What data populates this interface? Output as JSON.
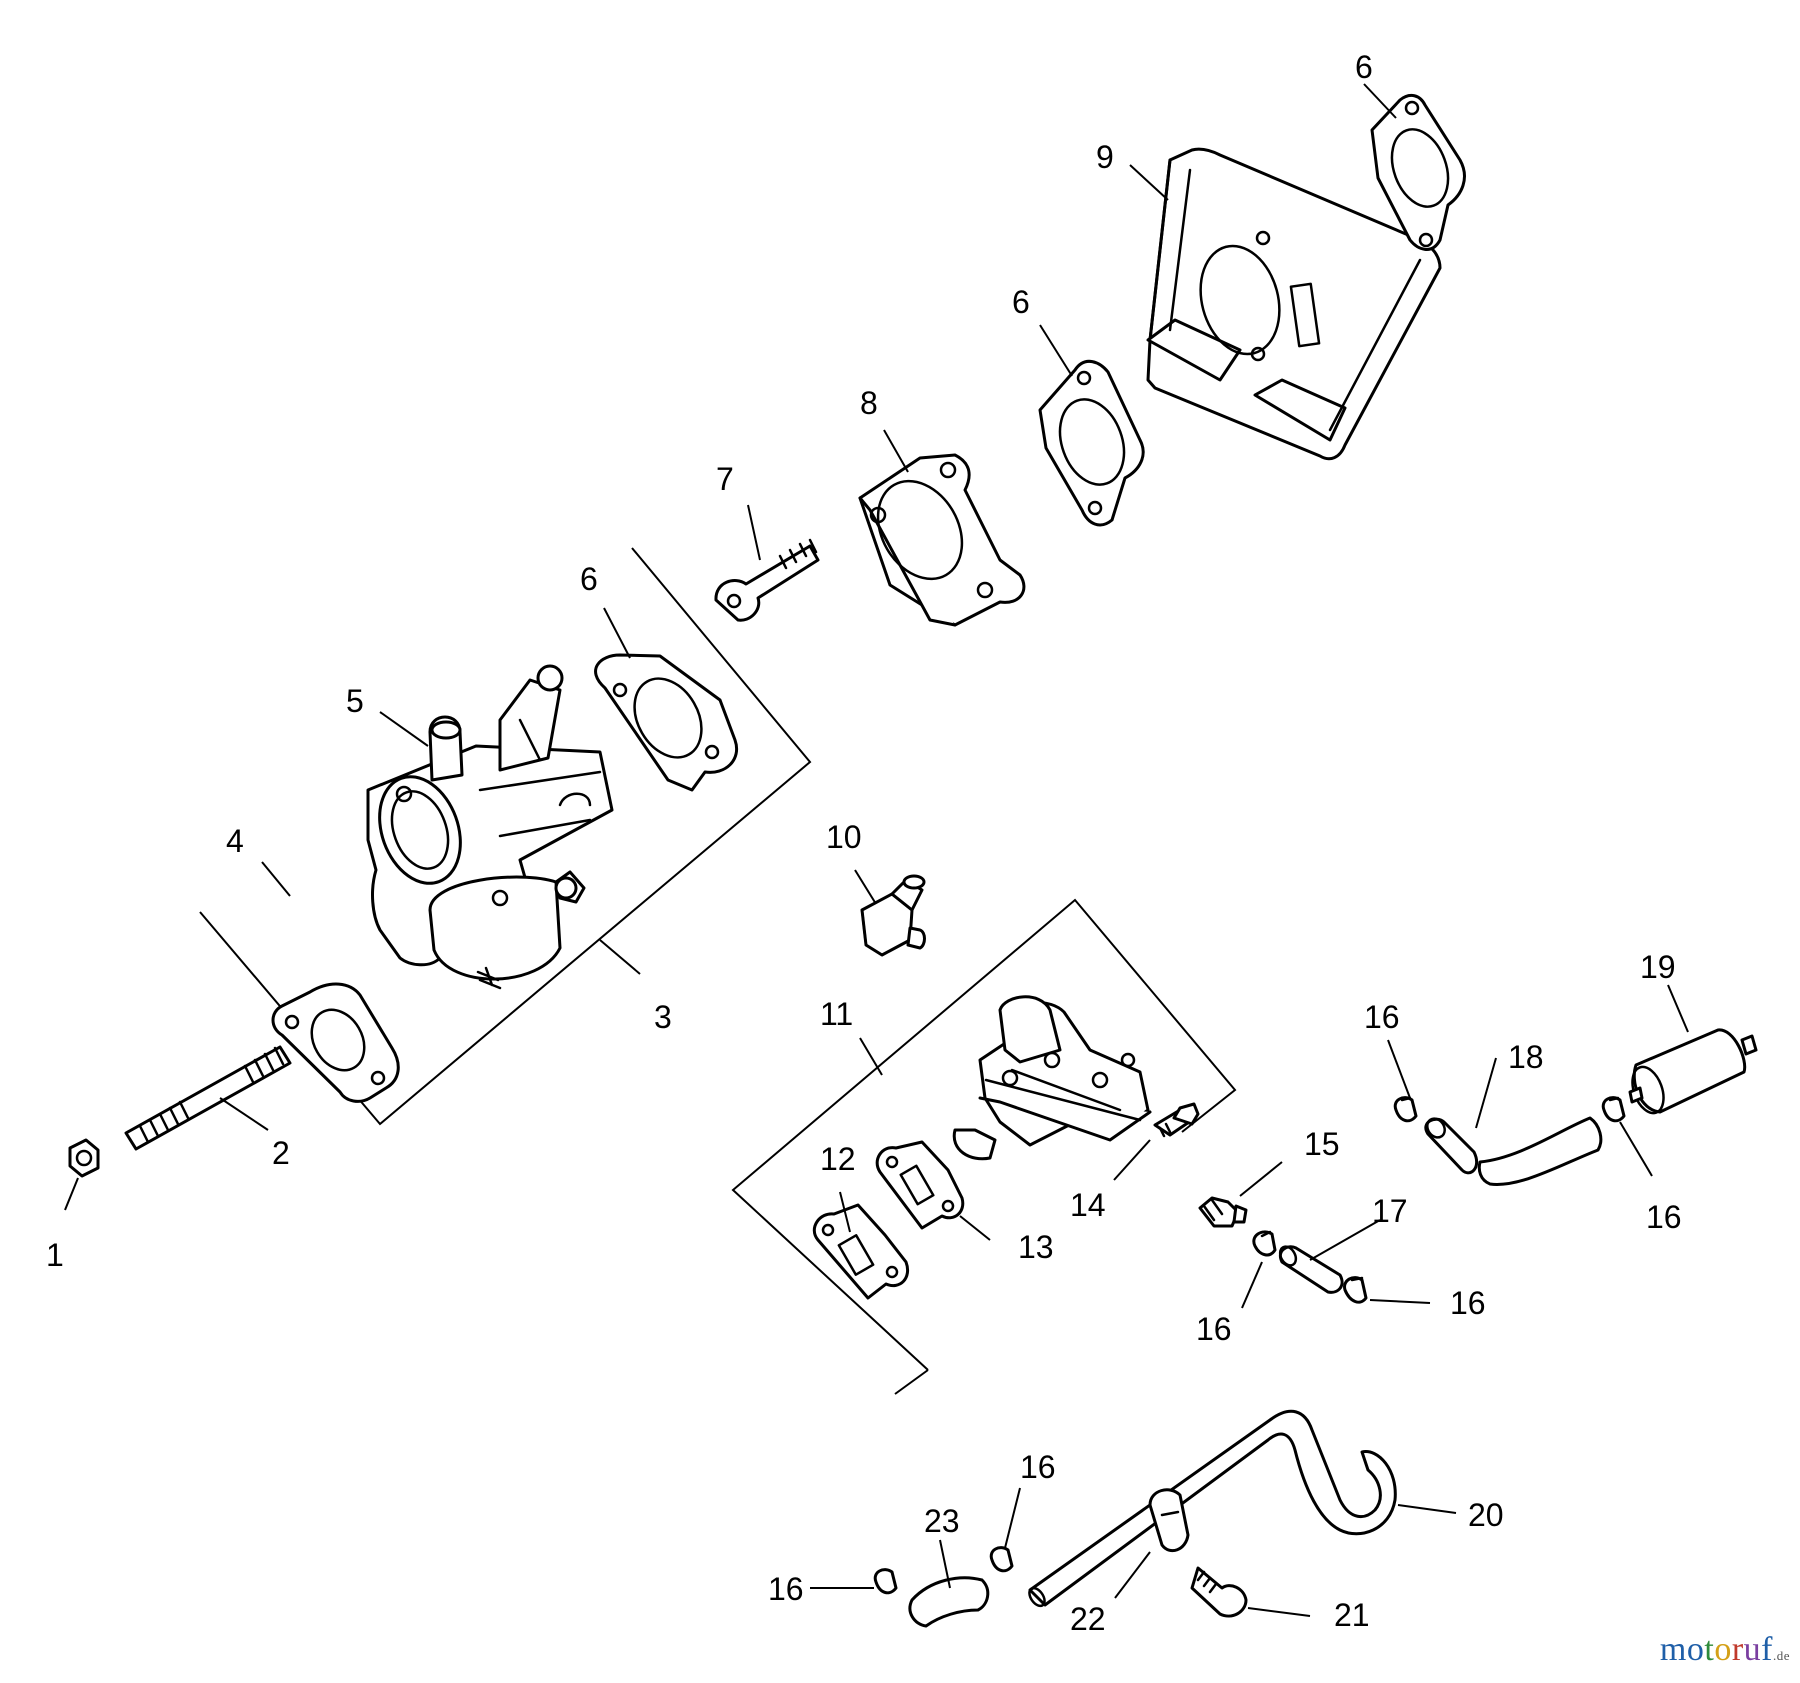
{
  "callouts": {
    "c1": "1",
    "c2": "2",
    "c3": "3",
    "c4": "4",
    "c5": "5",
    "c6a": "6",
    "c6b": "6",
    "c6c": "6",
    "c7": "7",
    "c8": "8",
    "c9": "9",
    "c10": "10",
    "c11": "11",
    "c12": "12",
    "c13": "13",
    "c14": "14",
    "c15": "15",
    "c16a": "16",
    "c16b": "16",
    "c16c": "16",
    "c16d": "16",
    "c16e": "16",
    "c16f": "16",
    "c17": "17",
    "c18": "18",
    "c19": "19",
    "c20": "20",
    "c21": "21",
    "c22": "22",
    "c23": "23"
  },
  "watermark": {
    "letters": [
      "m",
      "o",
      "t",
      "o",
      "r",
      "u",
      "f"
    ],
    "colors": [
      "#1f5fa8",
      "#1f5fa8",
      "#2e8b3a",
      "#d4a017",
      "#c0392b",
      "#7a3fa0",
      "#1f5fa8"
    ],
    "suffix": ".de"
  }
}
